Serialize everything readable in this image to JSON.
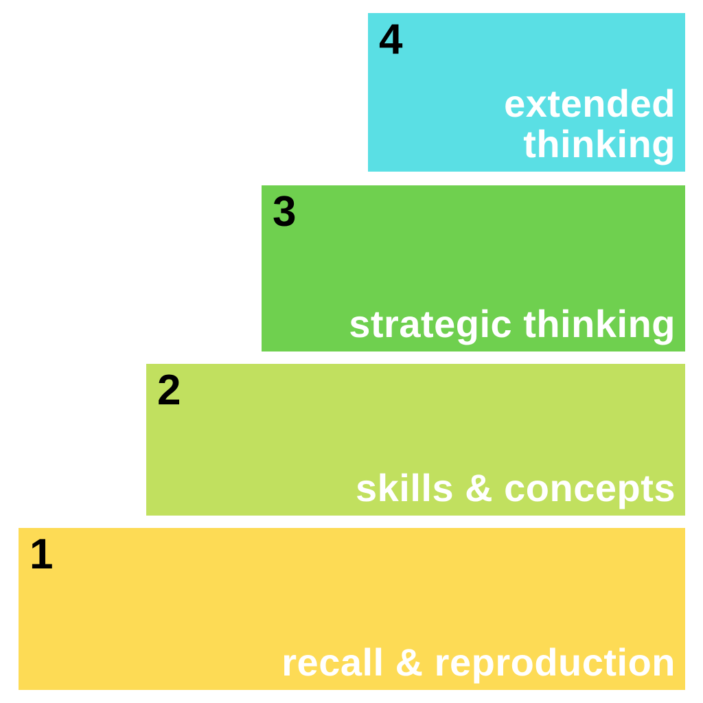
{
  "diagram": {
    "name": "depth-of-knowledge-staircase",
    "background_color": "#ffffff",
    "number_text_color": "#000000",
    "label_text_color": "#ffffff"
  },
  "levels": [
    {
      "number": "4",
      "label": "extended thinking",
      "color": "#5adfe4"
    },
    {
      "number": "3",
      "label": "strategic thinking",
      "color": "#6fd04f"
    },
    {
      "number": "2",
      "label": "skills & concepts",
      "color": "#c1e05f"
    },
    {
      "number": "1",
      "label": "recall & reproduction",
      "color": "#fddb55"
    }
  ]
}
